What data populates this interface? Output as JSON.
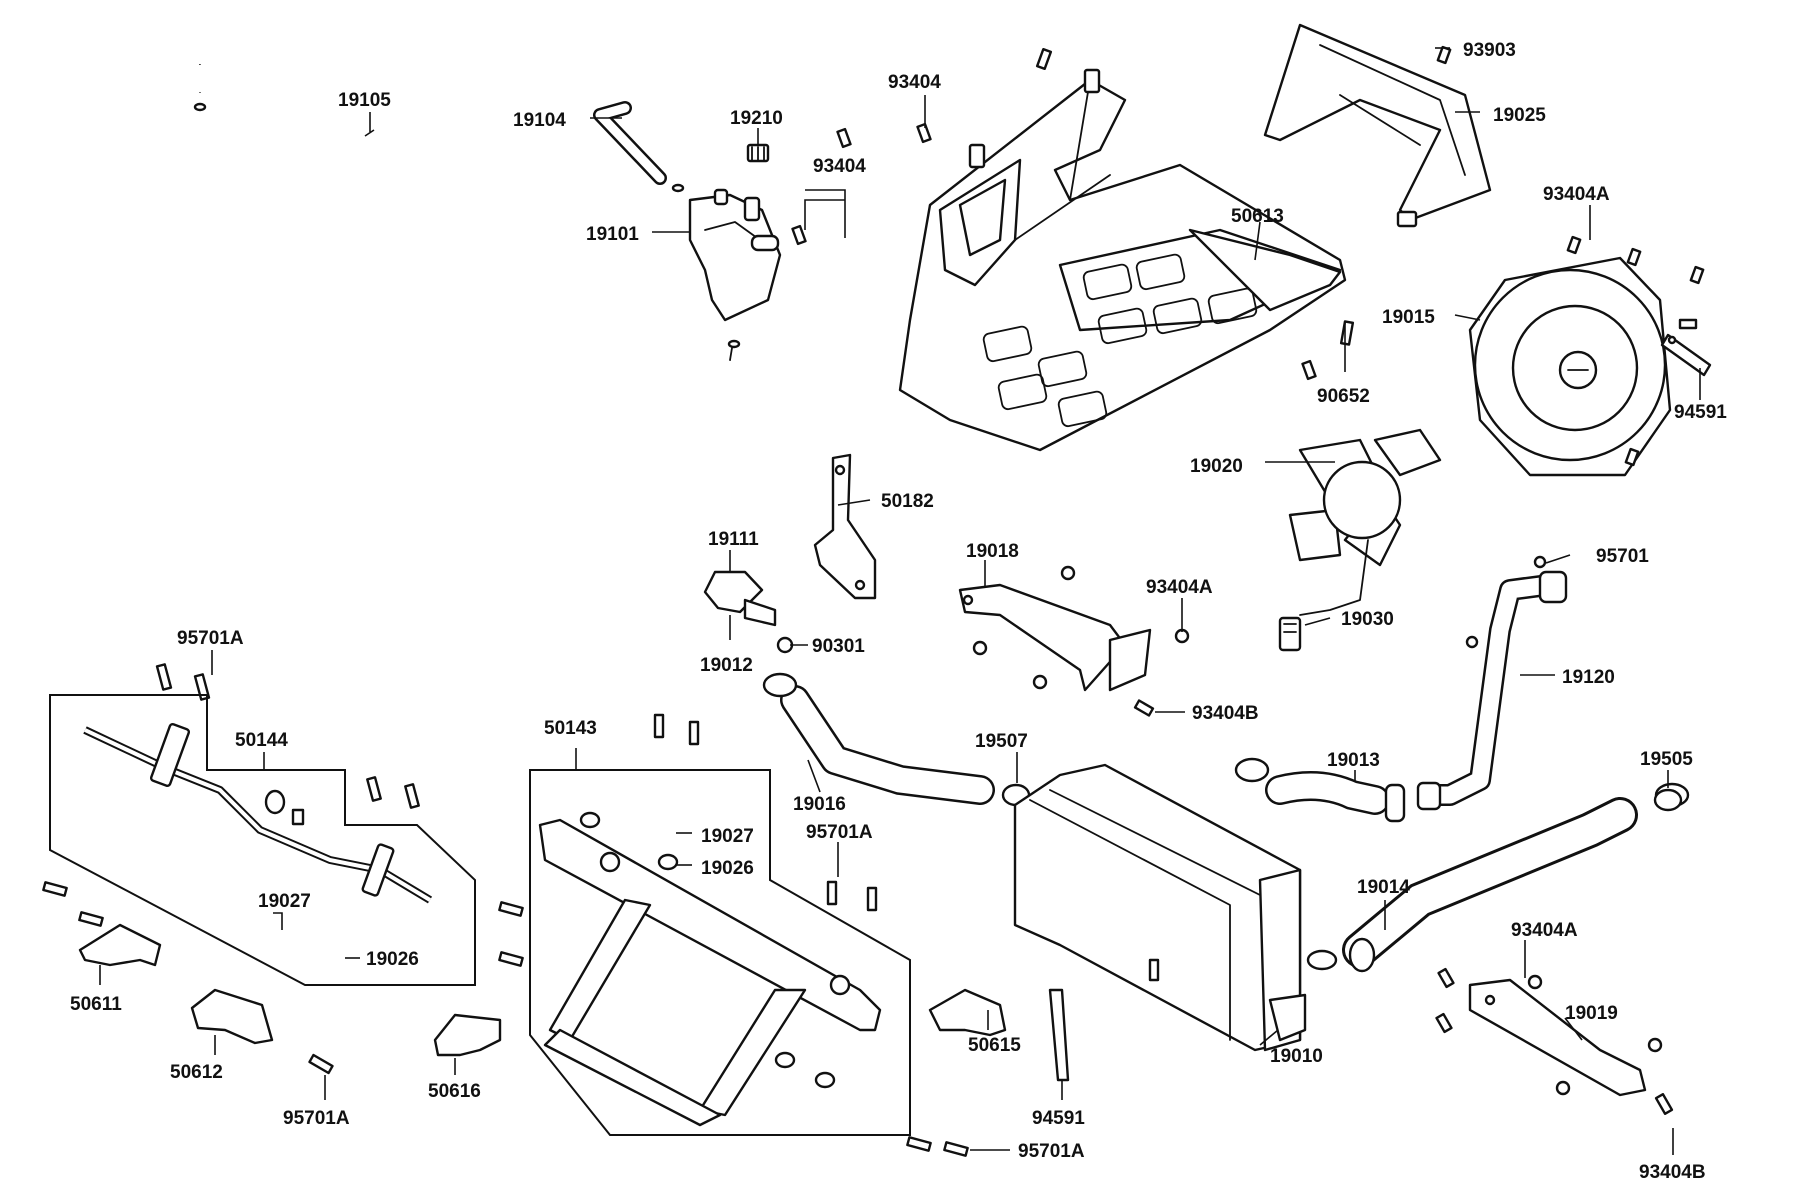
{
  "part_labels": [
    "19105",
    "19104",
    "19210",
    "93404",
    "19101",
    "93404",
    "93903",
    "19025",
    "50613",
    "93404A",
    "19015",
    "90652",
    "94591",
    "19020",
    "50182",
    "19111",
    "19018",
    "93404A",
    "95701",
    "19030",
    "90301",
    "19012",
    "95701A",
    "50144",
    "50143",
    "19027",
    "19026",
    "19016",
    "19507",
    "93404B",
    "19120",
    "19013",
    "19505",
    "95701A",
    "19027",
    "19026",
    "19014",
    "93404A",
    "50611",
    "50612",
    "95701A",
    "50616",
    "50615",
    "94591",
    "19010",
    "19019",
    "95701A",
    "93404B"
  ]
}
